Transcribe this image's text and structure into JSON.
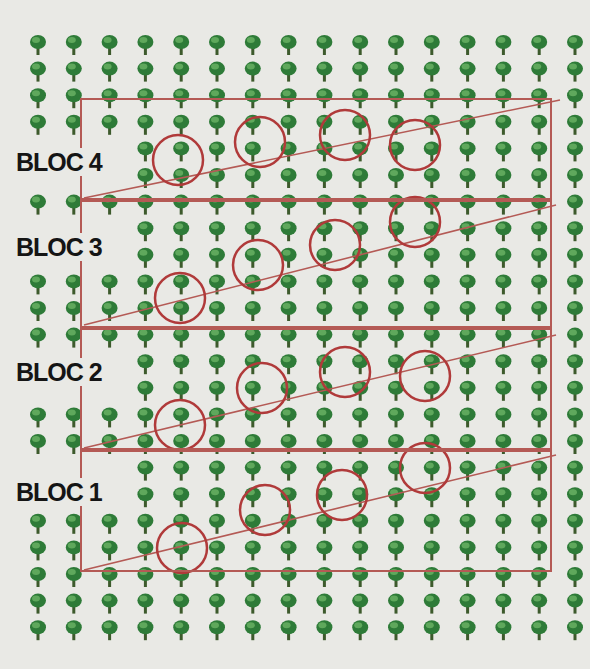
{
  "diagram": {
    "nodes": [
      {
        "text": [
          "BLOC 4"
        ]
      },
      {
        "text": [
          "BLOC 3"
        ]
      },
      {
        "text": [
          "BLOC 2"
        ]
      },
      {
        "text": [
          "BLOC 1"
        ]
      }
    ]
  }
}
